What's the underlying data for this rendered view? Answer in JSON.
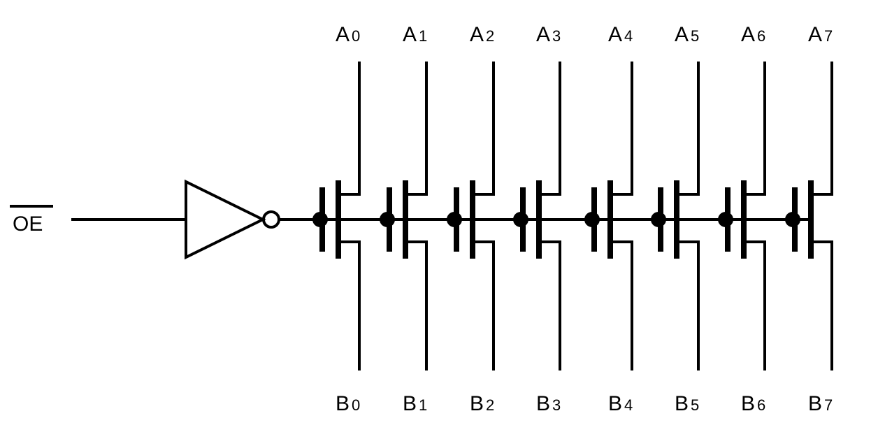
{
  "input": {
    "letters": "OE"
  },
  "bits": [
    {
      "top": "A",
      "top_num": "0",
      "bottom": "B",
      "bottom_num": "0"
    },
    {
      "top": "A",
      "top_num": "1",
      "bottom": "B",
      "bottom_num": "1"
    },
    {
      "top": "A",
      "top_num": "2",
      "bottom": "B",
      "bottom_num": "2"
    },
    {
      "top": "A",
      "top_num": "3",
      "bottom": "B",
      "bottom_num": "3"
    },
    {
      "top": "A",
      "top_num": "4",
      "bottom": "B",
      "bottom_num": "4"
    },
    {
      "top": "A",
      "top_num": "5",
      "bottom": "B",
      "bottom_num": "5"
    },
    {
      "top": "A",
      "top_num": "6",
      "bottom": "B",
      "bottom_num": "6"
    },
    {
      "top": "A",
      "top_num": "7",
      "bottom": "B",
      "bottom_num": "7"
    }
  ]
}
